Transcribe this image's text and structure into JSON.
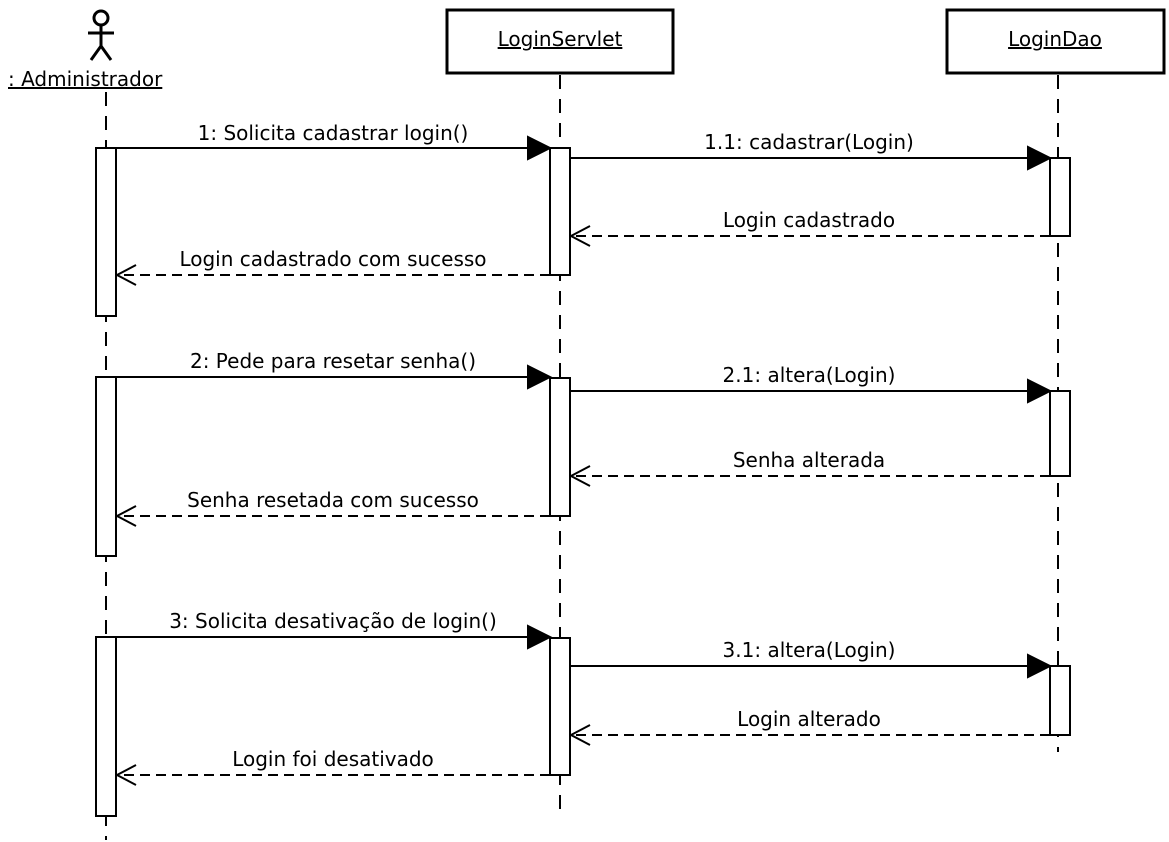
{
  "actor": {
    "name": ": Administrador"
  },
  "objects": [
    {
      "id": "servlet",
      "name": "LoginServlet"
    },
    {
      "id": "dao",
      "name": "LoginDao"
    }
  ],
  "messages": [
    {
      "text": "1: Solicita cadastrar login()",
      "kind": "call"
    },
    {
      "text": "1.1: cadastrar(Login)",
      "kind": "call"
    },
    {
      "text": "Login cadastrado",
      "kind": "return"
    },
    {
      "text": "Login cadastrado com sucesso",
      "kind": "return"
    },
    {
      "text": "2: Pede para resetar senha()",
      "kind": "call"
    },
    {
      "text": "2.1: altera(Login)",
      "kind": "call"
    },
    {
      "text": "Senha alterada",
      "kind": "return"
    },
    {
      "text": "Senha resetada com sucesso",
      "kind": "return"
    },
    {
      "text": "3: Solicita desativação de login()",
      "kind": "call"
    },
    {
      "text": "3.1: altera(Login)",
      "kind": "call"
    },
    {
      "text": "Login alterado",
      "kind": "return"
    },
    {
      "text": "Login foi desativado",
      "kind": "return"
    }
  ]
}
